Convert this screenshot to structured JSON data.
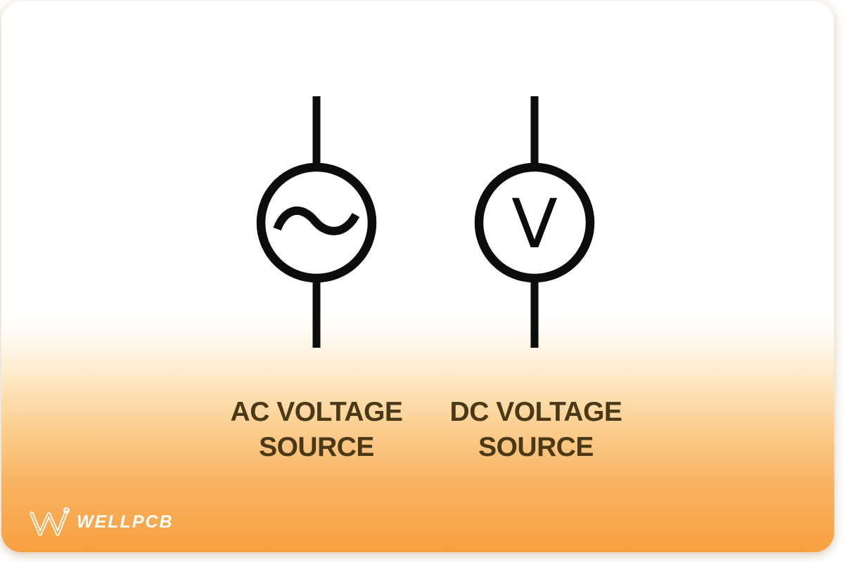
{
  "figure": {
    "symbols": [
      {
        "glyph": "sine-wave-icon",
        "label_line1": "AC VOLTAGE",
        "label_line2": "SOURCE"
      },
      {
        "glyph": "letter-v-glyph",
        "letter": "V",
        "label_line1": "DC VOLTAGE",
        "label_line2": "SOURCE"
      }
    ],
    "stroke_color": "#0c0c0c",
    "label_color": "#4a3917"
  },
  "branding": {
    "logo_text": "WELLPCB",
    "logo_color": "#ffffff"
  },
  "colors": {
    "page_background": "#ffffff",
    "card_gradient_top": "#ffffff",
    "card_gradient_bottom": "#f7a03f"
  }
}
